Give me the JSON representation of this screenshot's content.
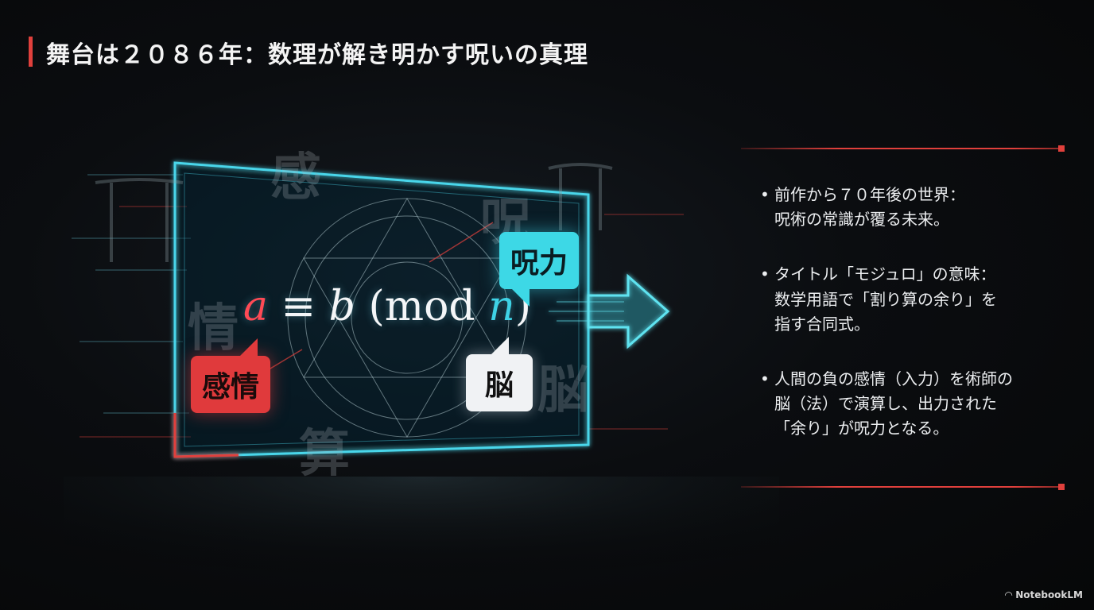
{
  "header": {
    "title": "舞台は２０８６年：数理が解き明かす呪いの真理"
  },
  "visual": {
    "equation": {
      "a": "a",
      "equiv": "≡",
      "b": "b",
      "mod": "(mod",
      "n": "n",
      "close": ")"
    },
    "bubbles": {
      "emotion": "感情",
      "cursed_energy": "呪力",
      "brain": "脳"
    },
    "background_kanji": [
      "感",
      "情",
      "呪",
      "脳",
      "算"
    ],
    "colors": {
      "accent_red": "#e0403c",
      "accent_cyan": "#3dd8e6"
    }
  },
  "bullets": [
    {
      "lines": [
        "前作から７０年後の世界：",
        "呪術の常識が覆る未来。"
      ]
    },
    {
      "lines": [
        "タイトル「モジュロ」の意味：",
        "数学用語で「割り算の余り」を",
        "指す合同式。"
      ]
    },
    {
      "lines": [
        "人間の負の感情（入力）を術師の",
        "脳（法）で演算し、出力された",
        "「余り」が呪力となる。"
      ]
    }
  ],
  "footer": {
    "brand": "NotebookLM"
  }
}
